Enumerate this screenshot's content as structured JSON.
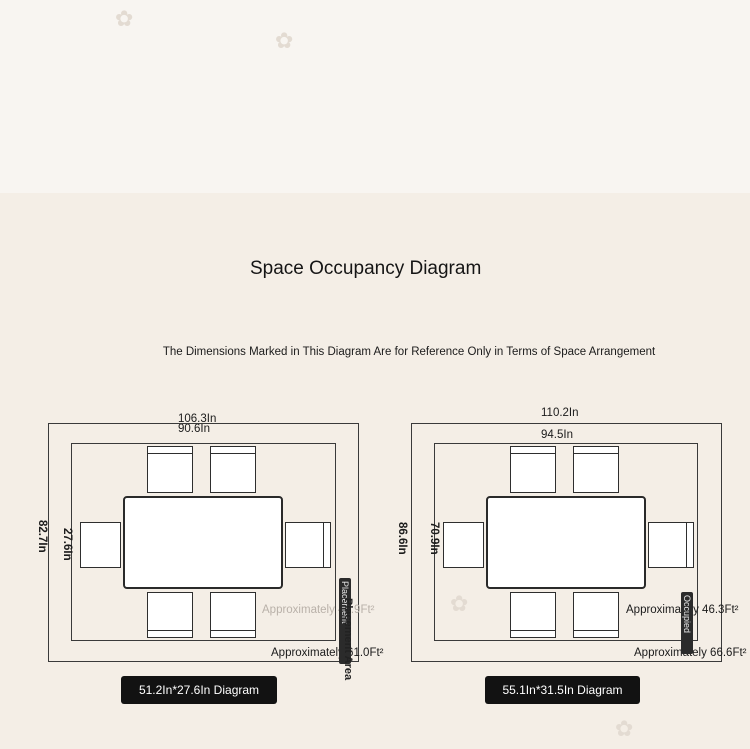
{
  "title": "Space Occupancy Diagram",
  "subtitle": "The Dimensions Marked in This Diagram Are for Reference Only in Terms of Space Arrangement",
  "diagrams": [
    {
      "outer_width": "106.3In",
      "inner_width": "90.6In",
      "outer_height": "82.7In",
      "inner_height": "27.6In",
      "area_inner": "Approximately 49.9Ft²",
      "area_outer": "Approximately 61.0Ft²",
      "tag_text": "Placement",
      "tag_vertical": "Placement Area",
      "badge": "51.2In*27.6In Diagram"
    },
    {
      "outer_width": "110.2In",
      "inner_width": "94.5In",
      "outer_height": "86.6In",
      "inner_height": "70.9In",
      "area_inner": "Approximately 46.3Ft²",
      "area_outer": "Approximately 66.6Ft²",
      "tag_text": "Occupied",
      "badge": "55.1In*31.5In Diagram"
    }
  ],
  "icons": [
    "blossom-icon"
  ]
}
